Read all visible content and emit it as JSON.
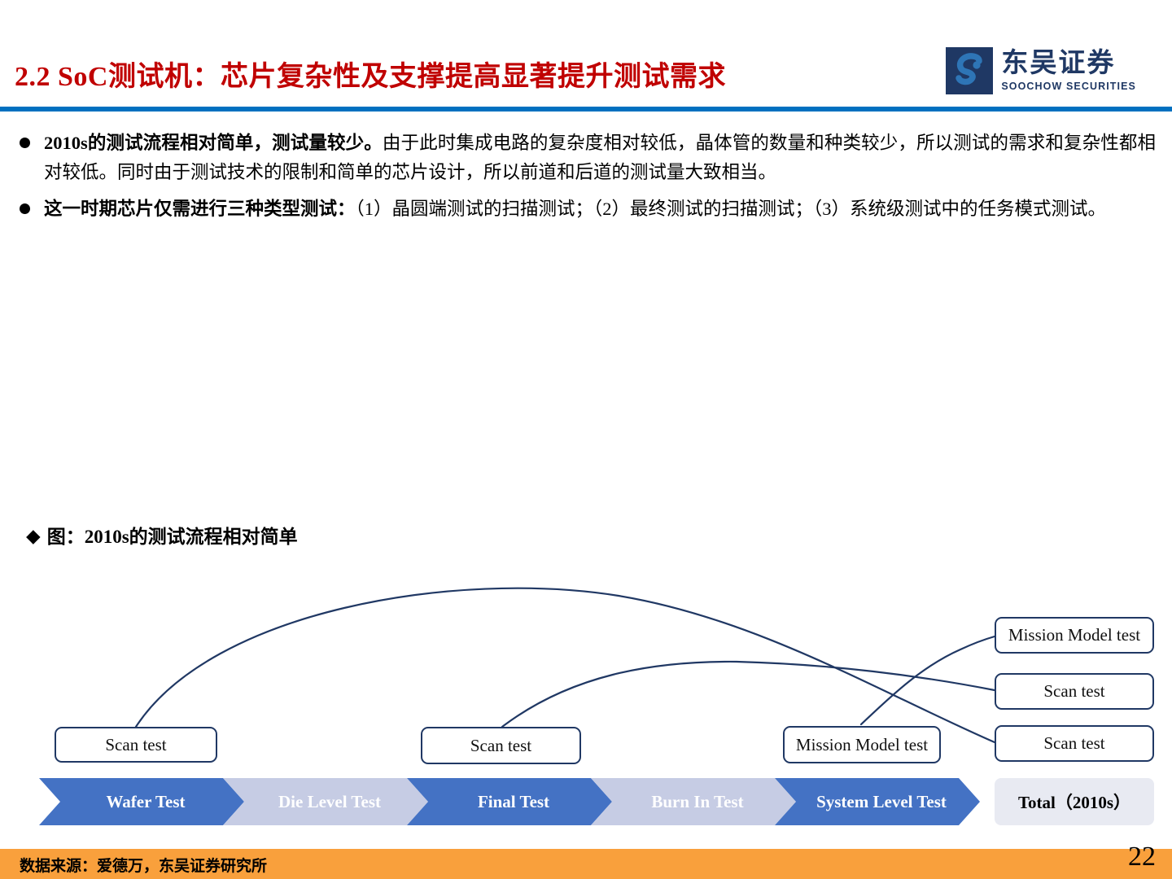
{
  "header": {
    "title": "2.2 SoC测试机：芯片复杂性及支撑提高显著提升测试需求",
    "accent_color": "#0070C0",
    "title_color": "#C00000",
    "logo": {
      "cn": "东吴证券",
      "en": "SOOCHOW SECURITIES",
      "color": "#1F3864"
    }
  },
  "bullets": [
    {
      "lead": "2010s的测试流程相对简单，测试量较少。",
      "body": "由于此时集成电路的复杂度相对较低，晶体管的数量和种类较少，所以测试的需求和复杂性都相对较低。同时由于测试技术的限制和简单的芯片设计，所以前道和后道的测试量大致相当。"
    },
    {
      "lead": "这一时期芯片仅需进行三种类型测试：",
      "body": "（1）晶圆端测试的扫描测试；（2）最终测试的扫描测试；（3）系统级测试中的任务模式测试。"
    }
  ],
  "figure": {
    "caption_marker": "◆",
    "caption": "图：2010s的测试流程相对简单",
    "stages": [
      {
        "label": "Wafer Test",
        "style": "dark"
      },
      {
        "label": "Die Level Test",
        "style": "light"
      },
      {
        "label": "Final Test",
        "style": "dark"
      },
      {
        "label": "Burn In Test",
        "style": "light"
      },
      {
        "label": "System Level Test",
        "style": "dark"
      }
    ],
    "total_label": "Total（2010s）",
    "stage_tests": [
      {
        "label": "Scan test",
        "stage": "Wafer Test"
      },
      {
        "label": "Scan test",
        "stage": "Final Test"
      },
      {
        "label": "Mission Model test",
        "stage": "System Level Test"
      }
    ],
    "summary_tests": [
      {
        "label": "Mission Model test"
      },
      {
        "label": "Scan test"
      },
      {
        "label": "Scan test"
      }
    ],
    "colors": {
      "chevron_dark": "#4472C4",
      "chevron_light": "#C6CCE4",
      "box_border": "#203864",
      "total_bg": "#E8EAF2",
      "connector": "#203864"
    }
  },
  "footer": {
    "source": "数据来源：爱德万，东吴证券研究所",
    "page_number": "22",
    "band_color": "#F9A03C"
  }
}
